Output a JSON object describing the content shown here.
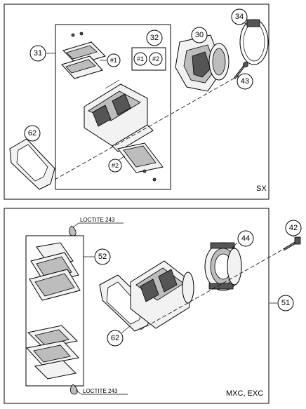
{
  "top_panel": {
    "model": "SX",
    "callouts": [
      "31",
      "32",
      "30",
      "34",
      "43",
      "62"
    ],
    "hash_labels": [
      "#1",
      "#1",
      "#2",
      "#2"
    ]
  },
  "bottom_panel": {
    "model": "MXC, EXC",
    "callouts": [
      "52",
      "44",
      "42",
      "51",
      "62"
    ],
    "notes": [
      "LOCTITE 243",
      "LOCTITE 243"
    ]
  }
}
